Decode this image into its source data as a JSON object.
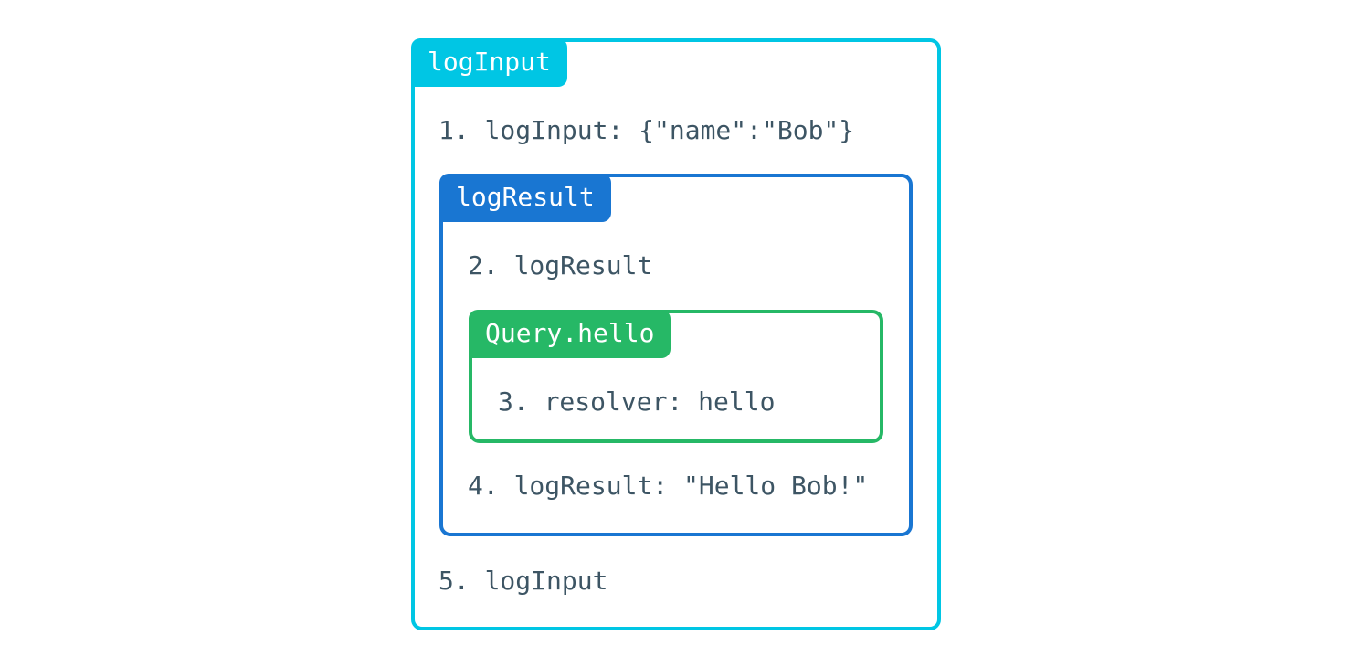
{
  "colors": {
    "logInput_accent": "#00c6e4",
    "logResult_accent": "#1976d2",
    "resolver_accent": "#26b866",
    "step_text": "#3d5564"
  },
  "boxes": {
    "logInput": {
      "badge": "logInput",
      "step_before": "1. logInput: {\"name\":\"Bob\"}",
      "step_after": "5. logInput"
    },
    "logResult": {
      "badge": "logResult",
      "step_before": "2. logResult",
      "step_after": "4. logResult: \"Hello Bob!\""
    },
    "resolver": {
      "badge": "Query.hello",
      "step": "3. resolver: hello"
    }
  }
}
